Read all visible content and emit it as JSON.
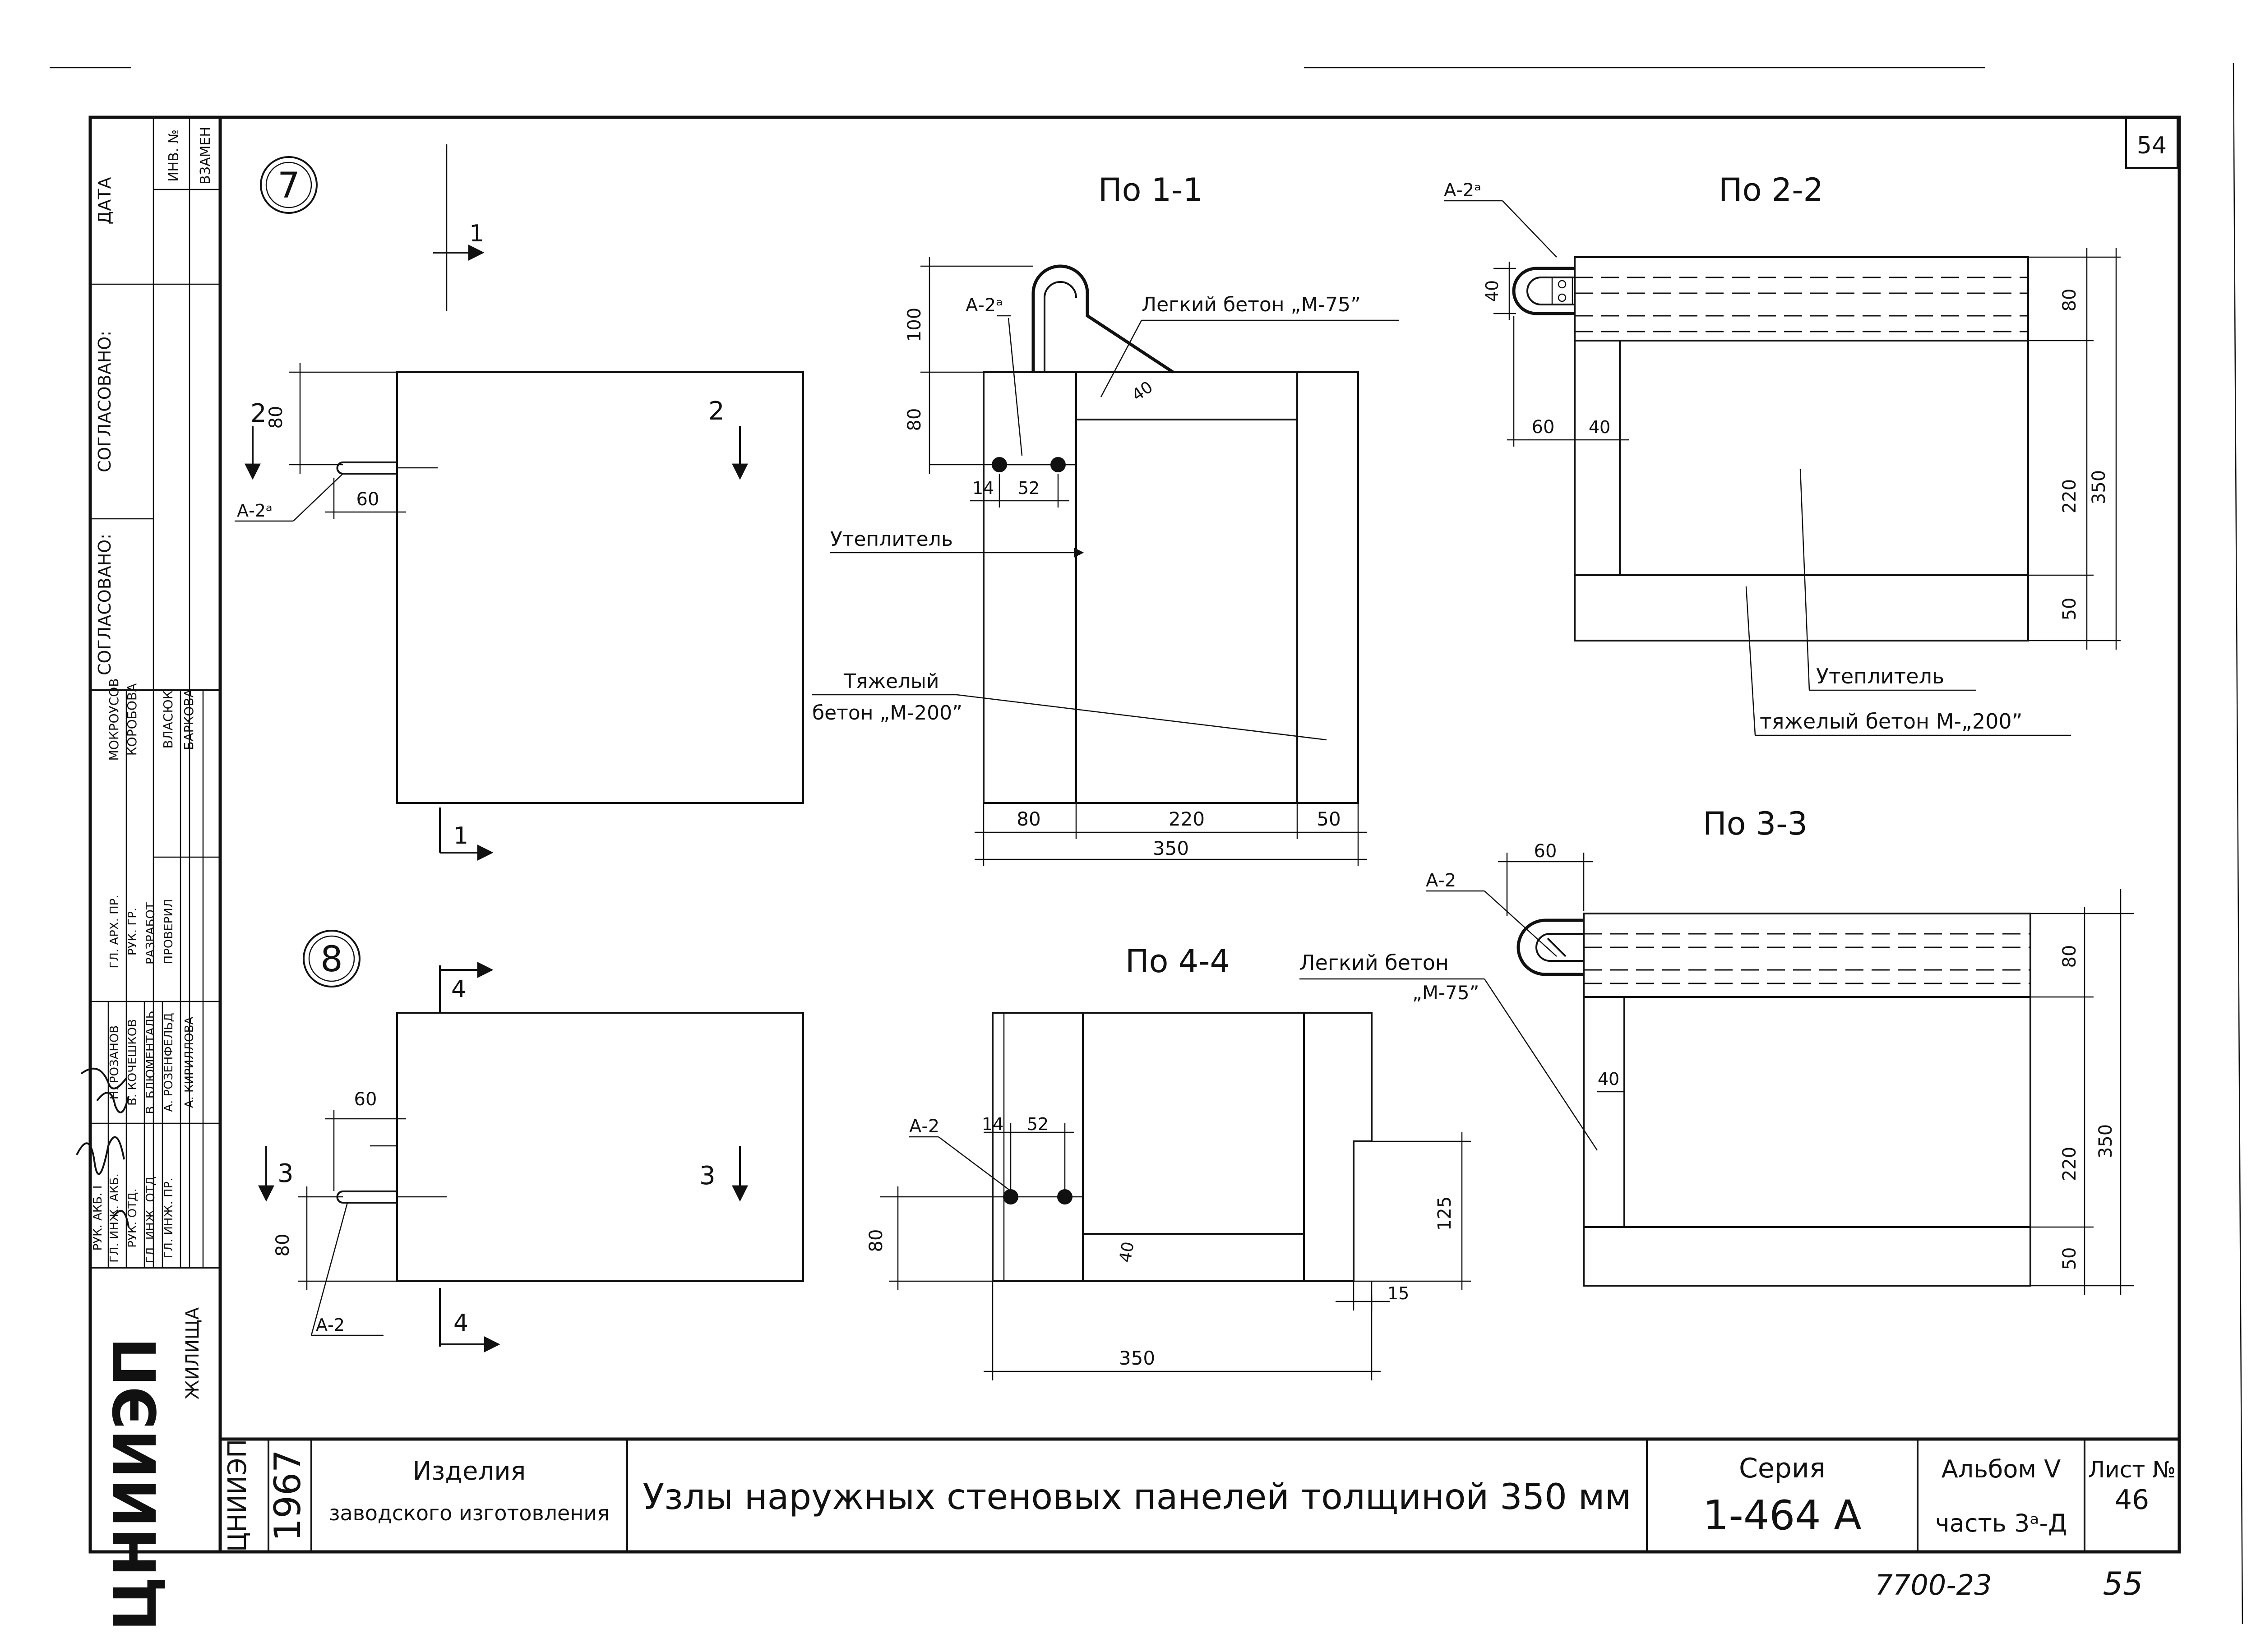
{
  "sheet": {
    "number_corner": "54",
    "bottom_code": "7700-23",
    "bottom_page": "55"
  },
  "left_block": {
    "header_cells": [
      "ДАТА",
      "СОГЛАСОВАНО:",
      "СОГЛАСОВАНО:"
    ],
    "right_header": [
      "ИНВ. №",
      "ВЗАМЕН"
    ],
    "staff_names": [
      "МОКРОУСОВ",
      "КОРОБОВА",
      "ВЛАСЮК",
      "БАРКОВА"
    ],
    "roles": [
      "РУК. АКБ. I",
      "ГЛ. ИНЖ. АКБ.",
      "РУК. ОТД.",
      "ГЛ. ИНЖ. ОТД.",
      "ГЛ. ИНЖ. ПР."
    ],
    "people": [
      "Н. РОЗАНОВ",
      "В. КОЧЕШКОВ",
      "В. БЛЮМЕНТАЛЬ",
      "А. РОЗЕНФЕЛЬД",
      "А. КИРИЛЛОВА"
    ],
    "roles2": [
      "ГЛ. АРХ. ПР.",
      "РУК. ГР.",
      "РАЗРАБОТ.",
      "ПРОВЕРИЛ"
    ],
    "institute": "ЦНИИЭП",
    "institute_suffix": "ЖИЛИЩА"
  },
  "node7": {
    "label": "7",
    "section_1": "1",
    "section_2": "2",
    "dim_80": "80",
    "dim_60": "60",
    "rod": "А-2ᵃ"
  },
  "node8": {
    "label": "8",
    "section_3": "3",
    "section_4": "4",
    "dim_80": "80",
    "dim_60": "60",
    "rod": "А-2"
  },
  "s11": {
    "title": "По 1-1",
    "rod": "А-2ᵃ",
    "light_concrete": "Легкий бетон „М-75”",
    "insulation": "Утеплитель",
    "heavy_l1": "Тяжелый",
    "heavy_l2": "бетон „М-200”",
    "dims": [
      "100",
      "80",
      "14",
      "52",
      "40",
      "80",
      "220",
      "50",
      "350"
    ]
  },
  "s22": {
    "title": "По 2-2",
    "rod": "А-2ᵃ",
    "insulation": "Утеплитель",
    "heavy": "тяжелый бетон М-„200”",
    "dims": [
      "40",
      "80",
      "60",
      "40",
      "220",
      "350",
      "50"
    ]
  },
  "s33": {
    "title": "По 3-3",
    "rod": "А-2",
    "dims": [
      "60",
      "80",
      "40",
      "220",
      "350",
      "50"
    ]
  },
  "s44": {
    "title": "По 4-4",
    "rod": "А-2",
    "light_l1": "Легкий бетон",
    "light_l2": "„М-75”",
    "dims": [
      "14",
      "52",
      "80",
      "40",
      "125",
      "15",
      "350"
    ]
  },
  "title_block": {
    "year": "1967",
    "product_l1": "Изделия",
    "product_l2": "заводского изготовления",
    "title": "Узлы наружных стеновых панелей толщиной 350 мм",
    "series_label": "Серия",
    "series_value": "1-464 А",
    "album": "Альбом V",
    "part": "часть 3ᵃ-Д",
    "sheet_label": "Лист №",
    "sheet_value": "46"
  }
}
